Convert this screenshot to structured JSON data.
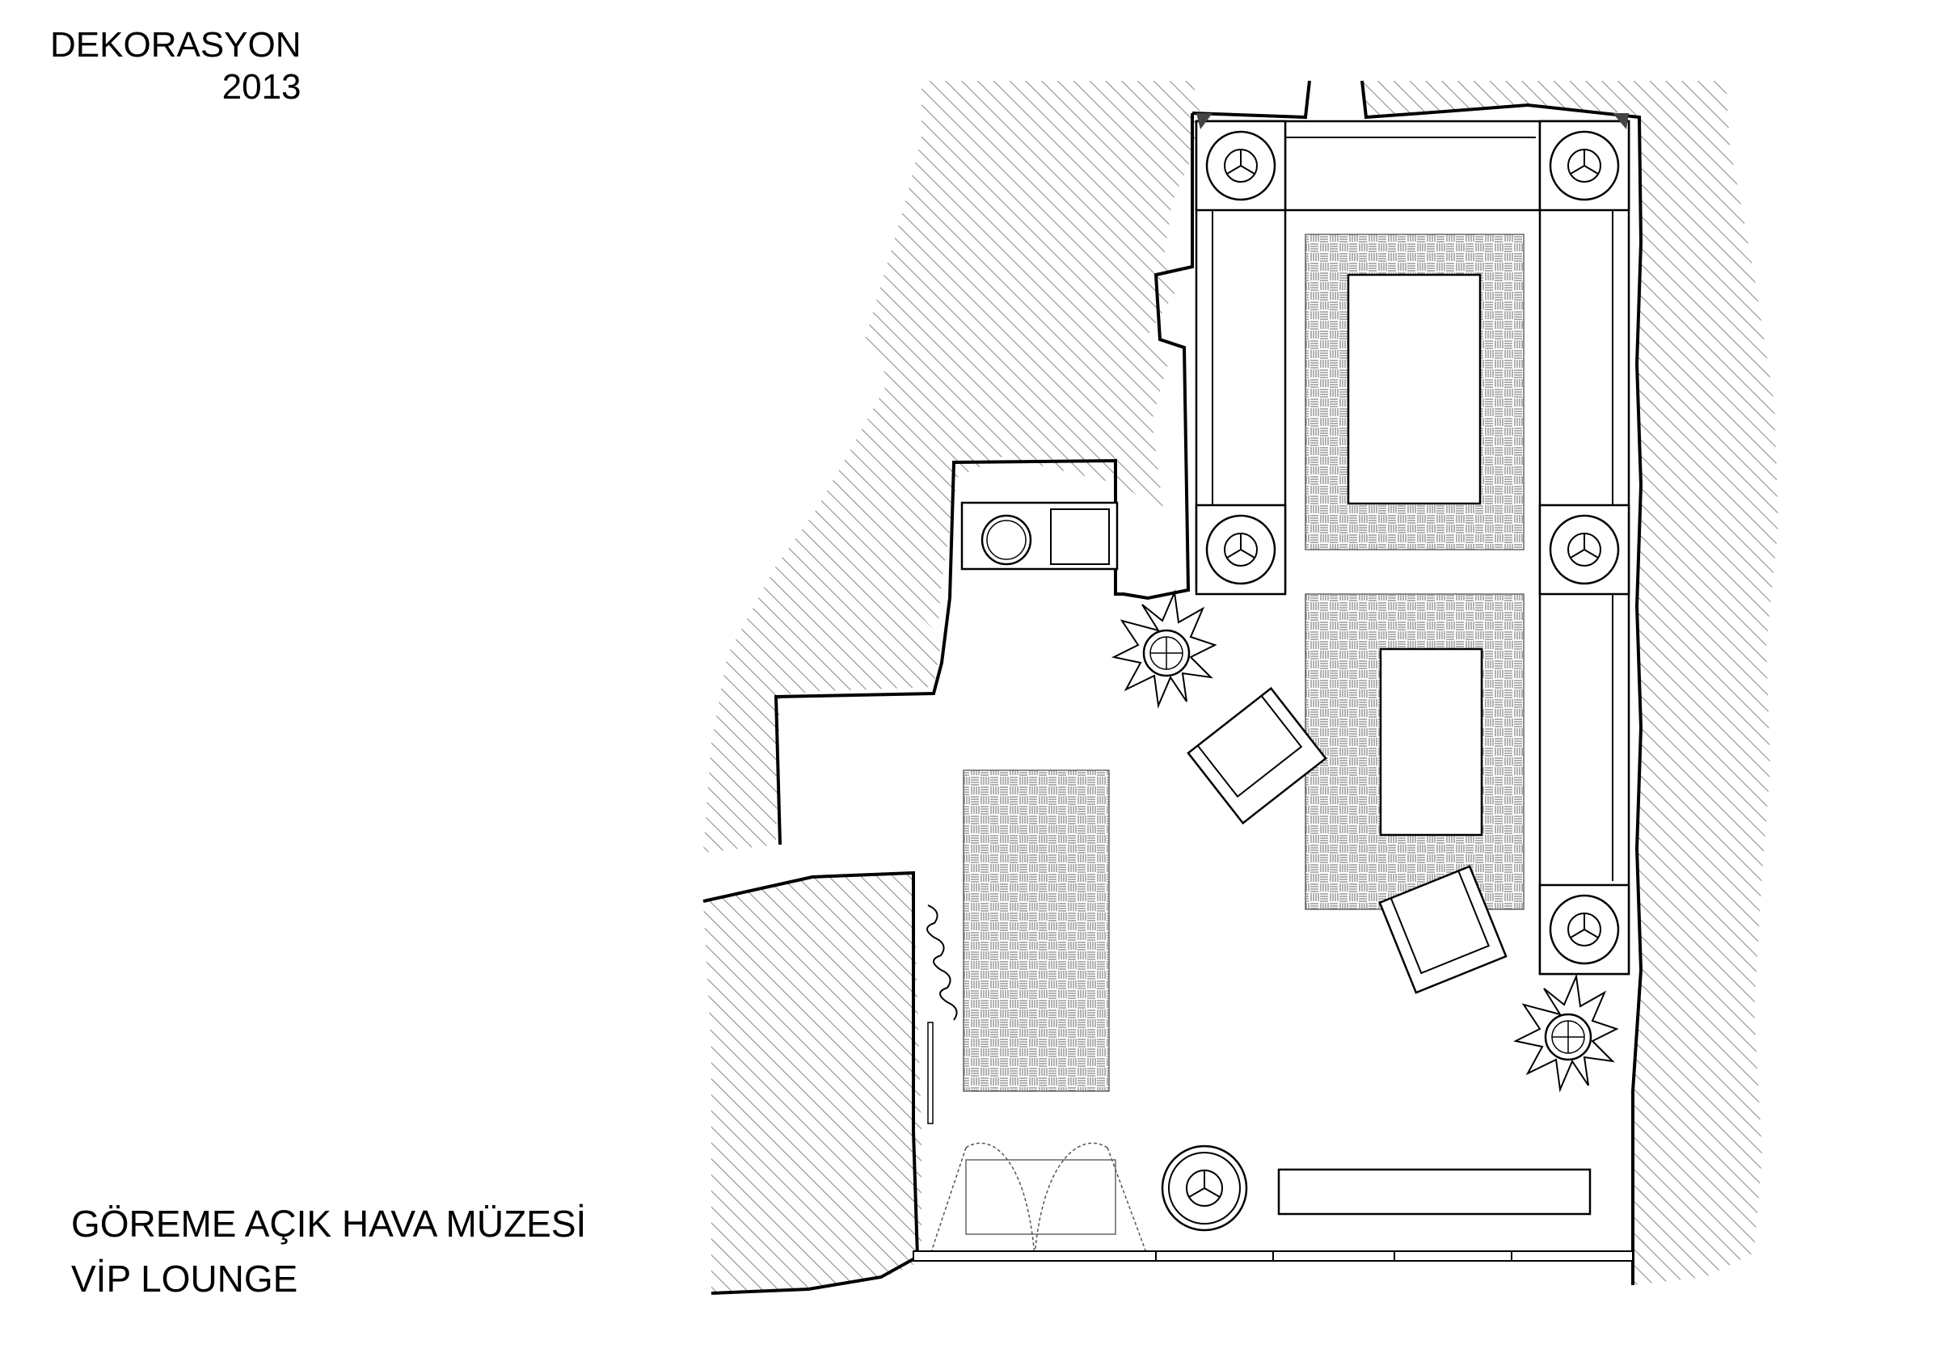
{
  "header": {
    "label": "DEKORASYON",
    "year": "2013"
  },
  "caption": {
    "line1": "GÖREME AÇIK HAVA MÜZESİ",
    "line2": "VİP LOUNGE"
  }
}
